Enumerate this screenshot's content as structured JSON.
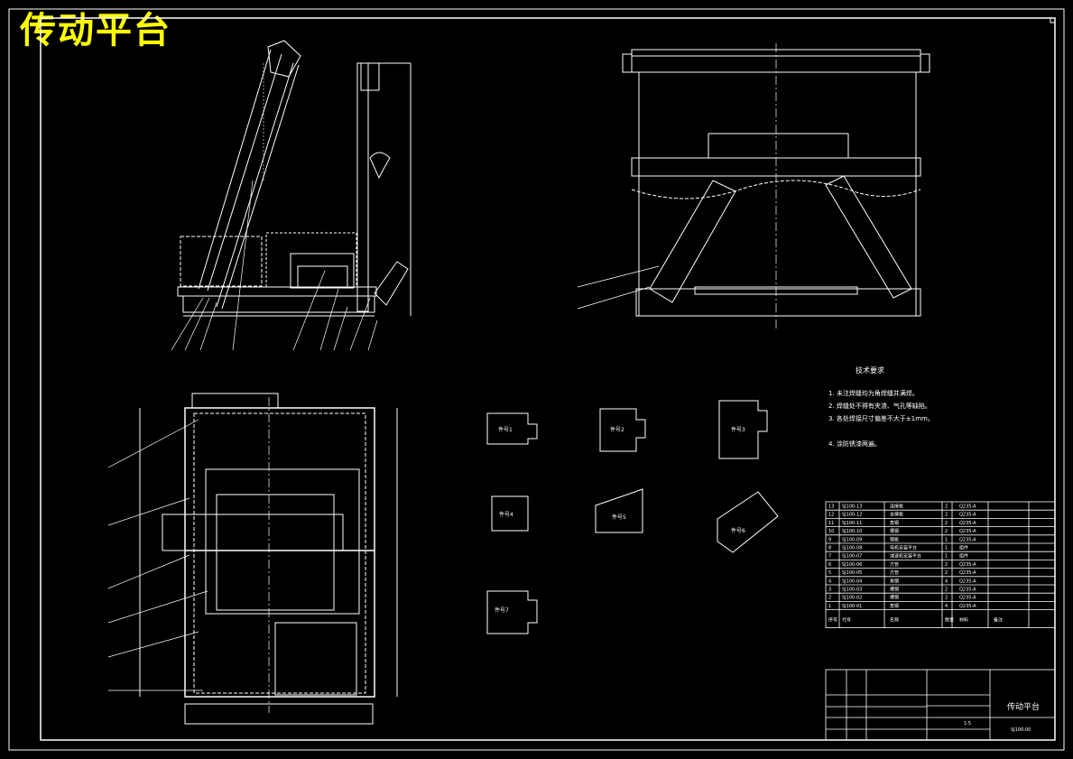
{
  "title": "传动平台",
  "colors": {
    "background": "#000000",
    "line": "#ffffff",
    "title": "#ffff00"
  },
  "notes": {
    "heading": "技术要求",
    "items": [
      "1. 未注焊缝均为角焊缝并满焊。",
      "2. 焊缝处不得有夹渣、气孔等缺陷。",
      "3. 各处焊接尺寸偏差不大于±1mm。",
      "4. 涂防锈漆两遍。"
    ]
  },
  "title_block": {
    "name": "传动平台",
    "scale": "1:5",
    "drawing_no": "SJ100-00"
  },
  "bom": {
    "rows": [
      {
        "no": "13",
        "code": "SJ100-13",
        "name": "连接板",
        "qty": "2",
        "material": "Q235-A",
        "remark": ""
      },
      {
        "no": "12",
        "code": "SJ100-12",
        "name": "支撑板",
        "qty": "2",
        "material": "Q235-A",
        "remark": ""
      },
      {
        "no": "11",
        "code": "SJ100-11",
        "name": "角钢",
        "qty": "2",
        "material": "Q235-A",
        "remark": ""
      },
      {
        "no": "10",
        "code": "SJ100-10",
        "name": "槽钢",
        "qty": "2",
        "material": "Q235-A",
        "remark": ""
      },
      {
        "no": "9",
        "code": "SJ100-09",
        "name": "钢板",
        "qty": "1",
        "material": "Q235-A",
        "remark": ""
      },
      {
        "no": "8",
        "code": "SJ100-08",
        "name": "电机安装平台",
        "qty": "1",
        "material": "组件",
        "remark": ""
      },
      {
        "no": "7",
        "code": "SJ100-07",
        "name": "减速机安装平台",
        "qty": "1",
        "material": "组件",
        "remark": ""
      },
      {
        "no": "6",
        "code": "SJ100-06",
        "name": "方管",
        "qty": "2",
        "material": "Q235-A",
        "remark": ""
      },
      {
        "no": "5",
        "code": "SJ100-05",
        "name": "方管",
        "qty": "2",
        "material": "Q235-A",
        "remark": ""
      },
      {
        "no": "4",
        "code": "SJ100-04",
        "name": "角钢",
        "qty": "4",
        "material": "Q235-A",
        "remark": ""
      },
      {
        "no": "3",
        "code": "SJ100-03",
        "name": "槽钢",
        "qty": "2",
        "material": "Q235-A",
        "remark": ""
      },
      {
        "no": "2",
        "code": "SJ100-02",
        "name": "槽钢",
        "qty": "2",
        "material": "Q235-A",
        "remark": ""
      },
      {
        "no": "1",
        "code": "SJ100-01",
        "name": "角钢",
        "qty": "4",
        "material": "Q235-A",
        "remark": ""
      }
    ],
    "header": {
      "no": "序号",
      "code": "代号",
      "name": "名称",
      "qty": "数量",
      "material": "材料",
      "remark": "备注"
    }
  },
  "details": [
    {
      "label": "件号1"
    },
    {
      "label": "件号2"
    },
    {
      "label": "件号3"
    },
    {
      "label": "件号4"
    },
    {
      "label": "件号5"
    },
    {
      "label": "件号6"
    },
    {
      "label": "件号7"
    }
  ]
}
